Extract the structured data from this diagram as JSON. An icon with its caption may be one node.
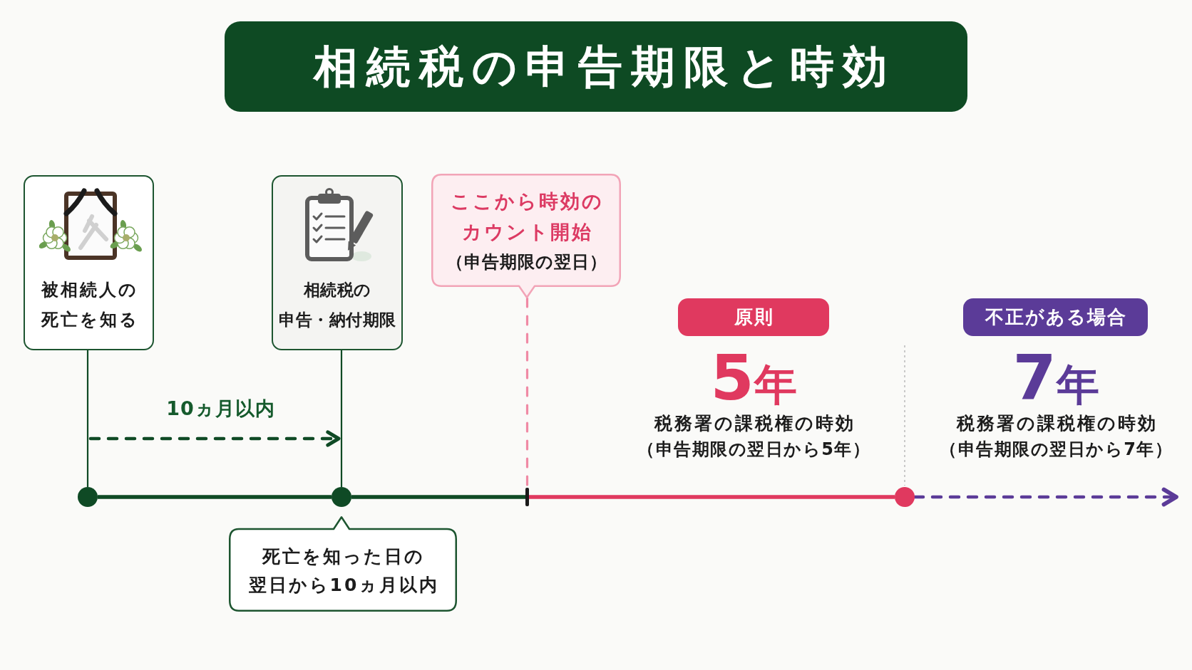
{
  "diagram": {
    "title": "相続税の申告期限と時効",
    "nodes": [
      {
        "text": [
          "被相続人の死亡を知る"
        ]
      },
      {
        "text": [
          "相続税の申告・納付期限"
        ]
      },
      {
        "text": [
          "ここから時効のカウント開始",
          "（申告期限の翌日）"
        ]
      },
      {
        "text": [
          "原則"
        ],
        "beside": [
          "5年",
          "税務署の課税権の時効",
          "（申告期限の翌日から5年）"
        ]
      },
      {
        "text": [
          "不正がある場合"
        ],
        "beside": [
          "7年",
          "税務署の課税権の時効",
          "（申告期限の翌日から7年）"
        ]
      },
      {
        "text": [],
        "shape": "circle"
      },
      {
        "text": [],
        "shape": "circle"
      },
      {
        "text": [],
        "shape": "bar"
      },
      {
        "text": [],
        "shape": "circle"
      },
      {
        "text": [
          "死亡を知った日の翌日から10ヵ月以内"
        ]
      }
    ],
    "edges": [
      {
        "from": 0,
        "to": 5,
        "arrow": "none"
      },
      {
        "from": 1,
        "to": 6,
        "arrow": "none"
      },
      {
        "from": 5,
        "to": 6,
        "arrow": "none"
      },
      {
        "from": 6,
        "to": 7,
        "arrow": "none"
      },
      {
        "from": 7,
        "to": 8,
        "arrow": "none",
        "color": "#e0395f"
      },
      {
        "from": 8,
        "to": null,
        "arrow": "to",
        "style": "dashed",
        "color": "#5b3b98"
      },
      {
        "from": 2,
        "to": 7,
        "arrow": "none",
        "style": "dashed",
        "color": "#f08aa5"
      }
    ],
    "labels": [
      "10ヵ月以内"
    ]
  }
}
